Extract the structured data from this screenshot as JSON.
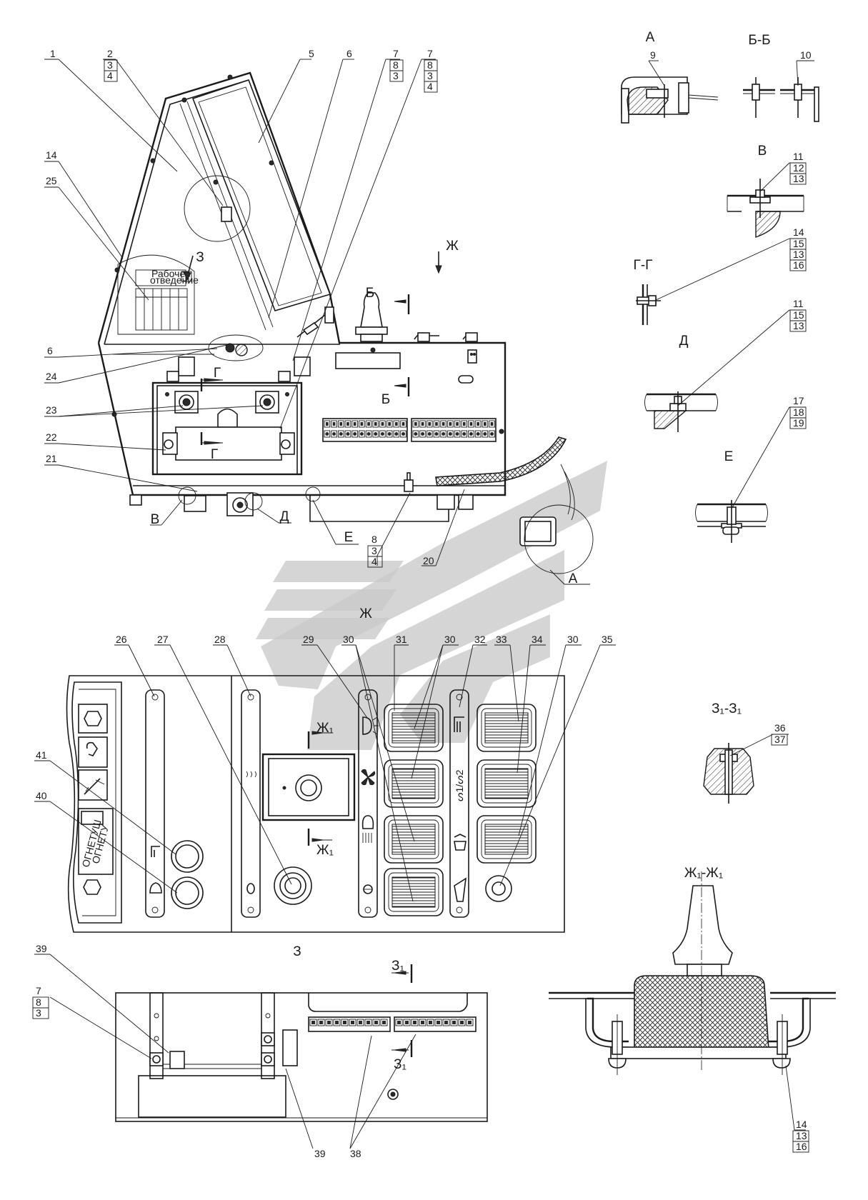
{
  "callouts": {
    "c1": "1",
    "c2": "2",
    "c2b": "3",
    "c2c": "4",
    "c5": "5",
    "c6": "6",
    "c7a": "7",
    "c7a2": "8",
    "c7a3": "3",
    "c7b": "7",
    "c7b2": "8",
    "c7b3": "3",
    "c7b4": "4",
    "c14": "14",
    "c25": "25",
    "c6b": "6",
    "c24": "24",
    "c23": "23",
    "c22": "22",
    "c21": "21",
    "c8": "8",
    "c8b": "3",
    "c8c": "4",
    "c20": "20",
    "c9": "9",
    "c10": "10",
    "c11a": "11",
    "c12": "12",
    "c13a": "13",
    "c14b": "14",
    "c15a": "15",
    "c13b": "13",
    "c16a": "16",
    "c11b": "11",
    "c15b": "15",
    "c13c": "13",
    "c17": "17",
    "c18": "18",
    "c19": "19",
    "c26": "26",
    "c27": "27",
    "c28": "28",
    "c29": "29",
    "c30a": "30",
    "c31": "31",
    "c30b": "30",
    "c32": "32",
    "c33": "33",
    "c34": "34",
    "c30c": "30",
    "c35": "35",
    "c41": "41",
    "c40": "40",
    "c36": "36",
    "c37": "37",
    "c39a": "39",
    "c7c": "7",
    "c8d": "8",
    "c3d": "3",
    "c39b": "39",
    "c38": "38",
    "c14c": "14",
    "c13d": "13",
    "c16b": "16"
  },
  "views": {
    "A": "А",
    "BB": "Б-Б",
    "V": "В",
    "GG": "Г-Г",
    "D": "Д",
    "E": "Е",
    "Zh": "Ж",
    "Z": "З",
    "Z1Z1": "З₁-З₁",
    "Zh1Zh1": "Ж₁-Ж₁",
    "mark_Zh": "Ж",
    "mark_Zh1": "Ж₁",
    "mark_Z": "З",
    "mark_Z1": "З₁",
    "mark_B": "Б",
    "mark_G": "Г",
    "mark_A": "А",
    "mark_V": "В",
    "mark_D": "Д",
    "mark_E": "Е"
  },
  "plate": {
    "title": "Рабочее",
    "subtitle": "отведение"
  },
  "side_label": {
    "a": "ОГНЕТУ",
    "b": "ОГНЕТУШ"
  },
  "colors": {
    "ink": "#1a1a1a",
    "watermark": "#c9c9c9"
  }
}
